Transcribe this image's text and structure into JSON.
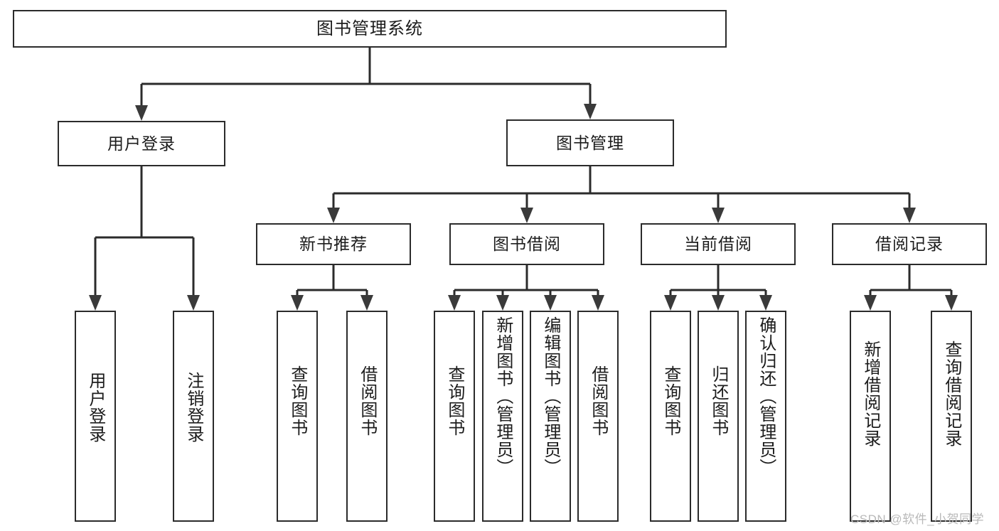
{
  "diagram": {
    "title_text": "图书管理系统",
    "watermark": "CSDN @软件_小贺同学",
    "accent_color": "#2b2b2b",
    "background_color": "#ffffff",
    "root": {
      "label": "图书管理系统"
    },
    "level2": [
      {
        "label": "用户登录"
      },
      {
        "label": "图书管理"
      }
    ],
    "level3": [
      {
        "label": "新书推荐"
      },
      {
        "label": "图书借阅"
      },
      {
        "label": "当前借阅"
      },
      {
        "label": "借阅记录"
      }
    ],
    "leaves": [
      {
        "label": "用户登录"
      },
      {
        "label": "注销登录"
      },
      {
        "label": "查询图书"
      },
      {
        "label": "借阅图书"
      },
      {
        "label": "查询图书"
      },
      {
        "label": "新增图书（管理员）"
      },
      {
        "label": "编辑图书（管理员）"
      },
      {
        "label": "借阅图书"
      },
      {
        "label": "查询图书"
      },
      {
        "label": "归还图书"
      },
      {
        "label": "确认归还（管理员）"
      },
      {
        "label": "新增借阅记录"
      },
      {
        "label": "查询借阅记录"
      }
    ]
  }
}
